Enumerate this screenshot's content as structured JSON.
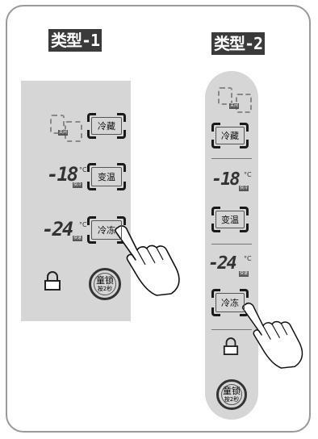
{
  "type1": {
    "title": "类型-1",
    "rows": [
      {
        "display": "",
        "sub": "关闭",
        "button": "冷藏"
      },
      {
        "display": "-18",
        "unit": "°C",
        "sub": "快冷",
        "button": "变温"
      },
      {
        "display": "-24",
        "unit": "°C",
        "sub": "快速",
        "button": "冷冻"
      }
    ],
    "lock_button": {
      "line1": "童锁",
      "line2": "按2秒"
    }
  },
  "type2": {
    "title": "类型-2",
    "rows": [
      {
        "display": "",
        "sub": "关闭",
        "button": "冷藏"
      },
      {
        "display": "-18",
        "unit": "°C",
        "sub": "快冷",
        "button": "变温"
      },
      {
        "display": "-24",
        "unit": "°C",
        "sub": "快速",
        "button": "冷冻"
      }
    ],
    "lock_button": {
      "line1": "童锁",
      "line2": "按2秒"
    }
  },
  "icons": [
    "lock-icon",
    "hand-pointer-icon"
  ]
}
